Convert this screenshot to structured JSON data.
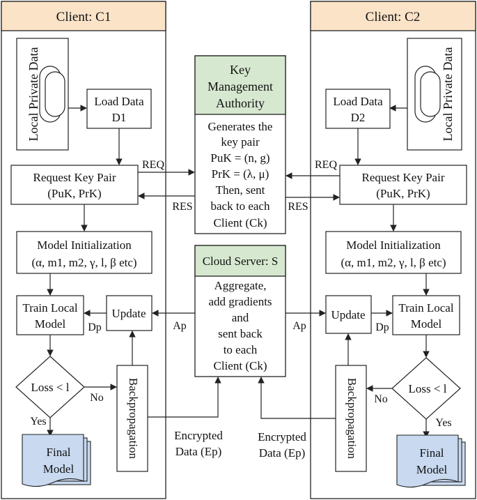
{
  "colors": {
    "client_header": "#fbe3c8",
    "server_header": "#d6e8cf",
    "document": "#c8d9f0",
    "stroke": "#222222"
  },
  "client1": {
    "title": "Client: C1",
    "local_data": "Local Private Data",
    "load_data": [
      "Load Data",
      "D1"
    ],
    "request_key": [
      "Request Key Pair",
      "(PuK, PrK)"
    ],
    "model_init": [
      "Model Initialization",
      "(α, m1, m2, γ, l, β etc)"
    ],
    "train": [
      "Train Local",
      "Model"
    ],
    "update": "Update",
    "decision": "Loss < l",
    "no": "No",
    "yes": "Yes",
    "final_model": [
      "Final",
      "Model"
    ],
    "backprop": "Backpropagation",
    "dp": "Dp"
  },
  "client2": {
    "title": "Client: C2",
    "local_data": "Local Private Data",
    "load_data": [
      "Load Data",
      "D2"
    ],
    "request_key": [
      "Request Key Pair",
      "(PuK, PrK)"
    ],
    "model_init": [
      "Model Initialization",
      "(α, m1, m2, γ, l, β etc)"
    ],
    "train": [
      "Train Local",
      "Model"
    ],
    "update": "Update",
    "decision": "Loss < l",
    "no": "No",
    "yes": "Yes",
    "final_model": [
      "Final",
      "Model"
    ],
    "backprop": "Backpropagation",
    "dp": "Dp"
  },
  "kma": {
    "title": [
      "Key",
      "Management",
      "Authority"
    ],
    "body": [
      "Generates the",
      "key pair",
      "PuK = (n, g)",
      "PrK = (λ, μ)",
      "Then, sent",
      "back to each",
      "Client (Ck)"
    ]
  },
  "cloud": {
    "title": "Cloud Server: S",
    "body": [
      "Aggregate,",
      "add gradients",
      "and",
      "sent back",
      "to each",
      "Client (Ck)"
    ]
  },
  "flows": {
    "req": "REQ",
    "res": "RES",
    "ap": "Ap",
    "encrypted": [
      "Encrypted",
      "Data (Ep)"
    ]
  }
}
